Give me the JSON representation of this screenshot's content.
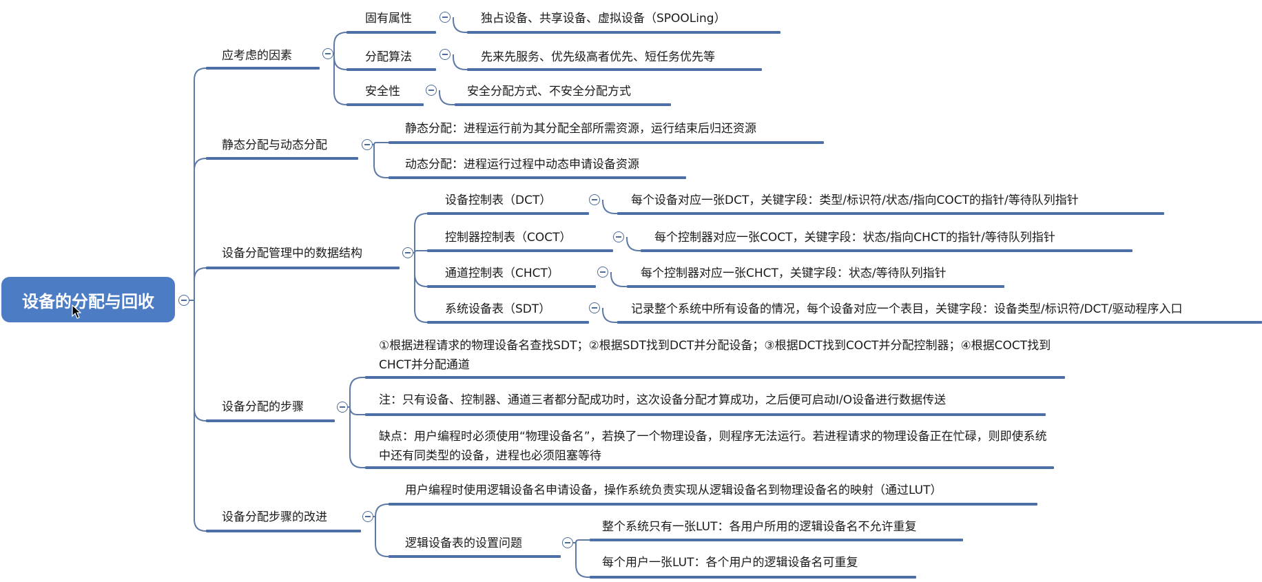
{
  "root": {
    "label": "设备的分配与回收"
  },
  "branches": [
    {
      "label": "应考虑的因素",
      "children": [
        {
          "label": "固有属性",
          "detail": "独占设备、共享设备、虚拟设备（SPOOLing）"
        },
        {
          "label": "分配算法",
          "detail": "先来先服务、优先级高者优先、短任务优先等"
        },
        {
          "label": "安全性",
          "detail": "安全分配方式、不安全分配方式"
        }
      ]
    },
    {
      "label": "静态分配与动态分配",
      "children": [
        {
          "label": "静态分配：进程运行前为其分配全部所需资源，运行结束后归还资源"
        },
        {
          "label": "动态分配：进程运行过程中动态申请设备资源"
        }
      ]
    },
    {
      "label": "设备分配管理中的数据结构",
      "children": [
        {
          "label": "设备控制表（DCT）",
          "detail": "每个设备对应一张DCT，关键字段：类型/标识符/状态/指向COCT的指针/等待队列指针"
        },
        {
          "label": "控制器控制表（COCT）",
          "detail": "每个控制器对应一张COCT，关键字段：状态/指向CHCT的指针/等待队列指针"
        },
        {
          "label": "通道控制表（CHCT）",
          "detail": "每个控制器对应一张CHCT，关键字段：状态/等待队列指针"
        },
        {
          "label": "系统设备表（SDT）",
          "detail": "记录整个系统中所有设备的情况，每个设备对应一个表目，关键字段：设备类型/标识符/DCT/驱动程序入口"
        }
      ]
    },
    {
      "label": "设备分配的步骤",
      "children": [
        {
          "label": "①根据进程请求的物理设备名查找SDT；②根据SDT找到DCT并分配设备；③根据DCT找到COCT并分配控制器；④根据COCT找到CHCT并分配通道"
        },
        {
          "label": "注：只有设备、控制器、通道三者都分配成功时，这次设备分配才算成功，之后便可启动I/O设备进行数据传送"
        },
        {
          "label": "缺点：用户编程时必须使用“物理设备名”，若换了一个物理设备，则程序无法运行。若进程请求的物理设备正在忙碌，则即使系统中还有同类型的设备，进程也必须阻塞等待"
        }
      ]
    },
    {
      "label": "设备分配步骤的改进",
      "children": [
        {
          "label": "用户编程时使用逻辑设备名申请设备，操作系统负责实现从逻辑设备名到物理设备名的映射（通过LUT）"
        },
        {
          "label": "逻辑设备表的设置问题",
          "children": [
            {
              "label": "整个系统只有一张LUT：各用户所用的逻辑设备名不允许重复"
            },
            {
              "label": "每个用户一张LUT：各个用户的逻辑设备名可重复"
            }
          ]
        }
      ]
    }
  ],
  "colors": {
    "root_fill": "#4b7cc4",
    "underline": "#4b6fa6",
    "connector": "#5b78a6"
  }
}
